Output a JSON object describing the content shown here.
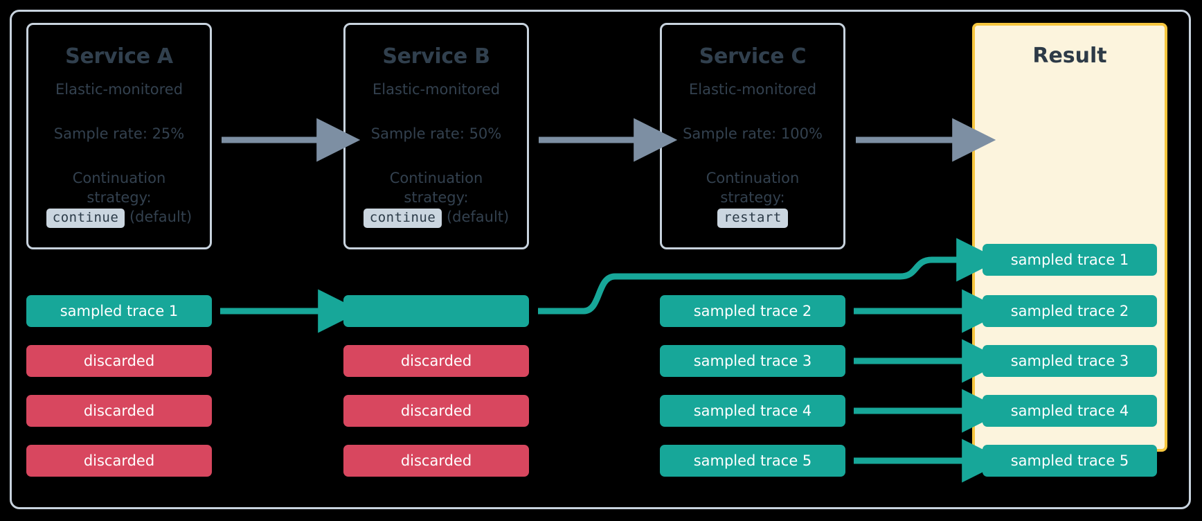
{
  "diagram": {
    "title_hidden": "Elastic APM distributed tracing sampling continuation strategy",
    "colors": {
      "frame_border": "#C8D3DE",
      "card_border": "#C8D3DE",
      "text": "#31404E",
      "code_badge_bg": "#CBD6E0",
      "sampled": "#17A799",
      "discarded": "#D8475F",
      "result_bg": "#FCF4DD",
      "result_border": "#F6C63F",
      "gray_arrow": "#7D8FA3",
      "teal_arrow": "#17A799",
      "background": "#000000"
    }
  },
  "services": [
    {
      "name": "Service A",
      "monitored": "Elastic-monitored",
      "sample_rate": "Sample rate: 25%",
      "continuation_label": "Continuation strategy:",
      "continuation_line1": "Continuation",
      "continuation_line2": "strategy:",
      "strategy_code": "continue",
      "strategy_note": "(default)"
    },
    {
      "name": "Service B",
      "monitored": "Elastic-monitored",
      "sample_rate": "Sample rate: 50%",
      "continuation_label": "Continuation strategy:",
      "continuation_line1": "Continuation",
      "continuation_line2": "strategy:",
      "strategy_code": "continue",
      "strategy_note": "(default)"
    },
    {
      "name": "Service C",
      "monitored": "Elastic-monitored",
      "sample_rate": "Sample rate: 100%",
      "continuation_label": "Continuation strategy:",
      "continuation_line1": "Continuation",
      "continuation_line2": "strategy:",
      "strategy_code": "restart",
      "strategy_note": ""
    }
  ],
  "result_panel": {
    "title": "Result"
  },
  "columns": {
    "service_a_traces": [
      {
        "label": "sampled trace 1",
        "state": "sampled"
      },
      {
        "label": "discarded",
        "state": "discarded"
      },
      {
        "label": "discarded",
        "state": "discarded"
      },
      {
        "label": "discarded",
        "state": "discarded"
      }
    ],
    "service_b_traces": [
      {
        "label": "",
        "state": "sampled"
      },
      {
        "label": "discarded",
        "state": "discarded"
      },
      {
        "label": "discarded",
        "state": "discarded"
      },
      {
        "label": "discarded",
        "state": "discarded"
      }
    ],
    "service_c_traces": [
      {
        "label": "sampled trace 2",
        "state": "sampled"
      },
      {
        "label": "sampled trace 3",
        "state": "sampled"
      },
      {
        "label": "sampled trace 4",
        "state": "sampled"
      },
      {
        "label": "sampled trace 5",
        "state": "sampled"
      }
    ],
    "result_traces": [
      {
        "label": "sampled trace 1",
        "state": "sampled"
      },
      {
        "label": "sampled trace 2",
        "state": "sampled"
      },
      {
        "label": "sampled trace 3",
        "state": "sampled"
      },
      {
        "label": "sampled trace 4",
        "state": "sampled"
      },
      {
        "label": "sampled trace 5",
        "state": "sampled"
      }
    ]
  }
}
